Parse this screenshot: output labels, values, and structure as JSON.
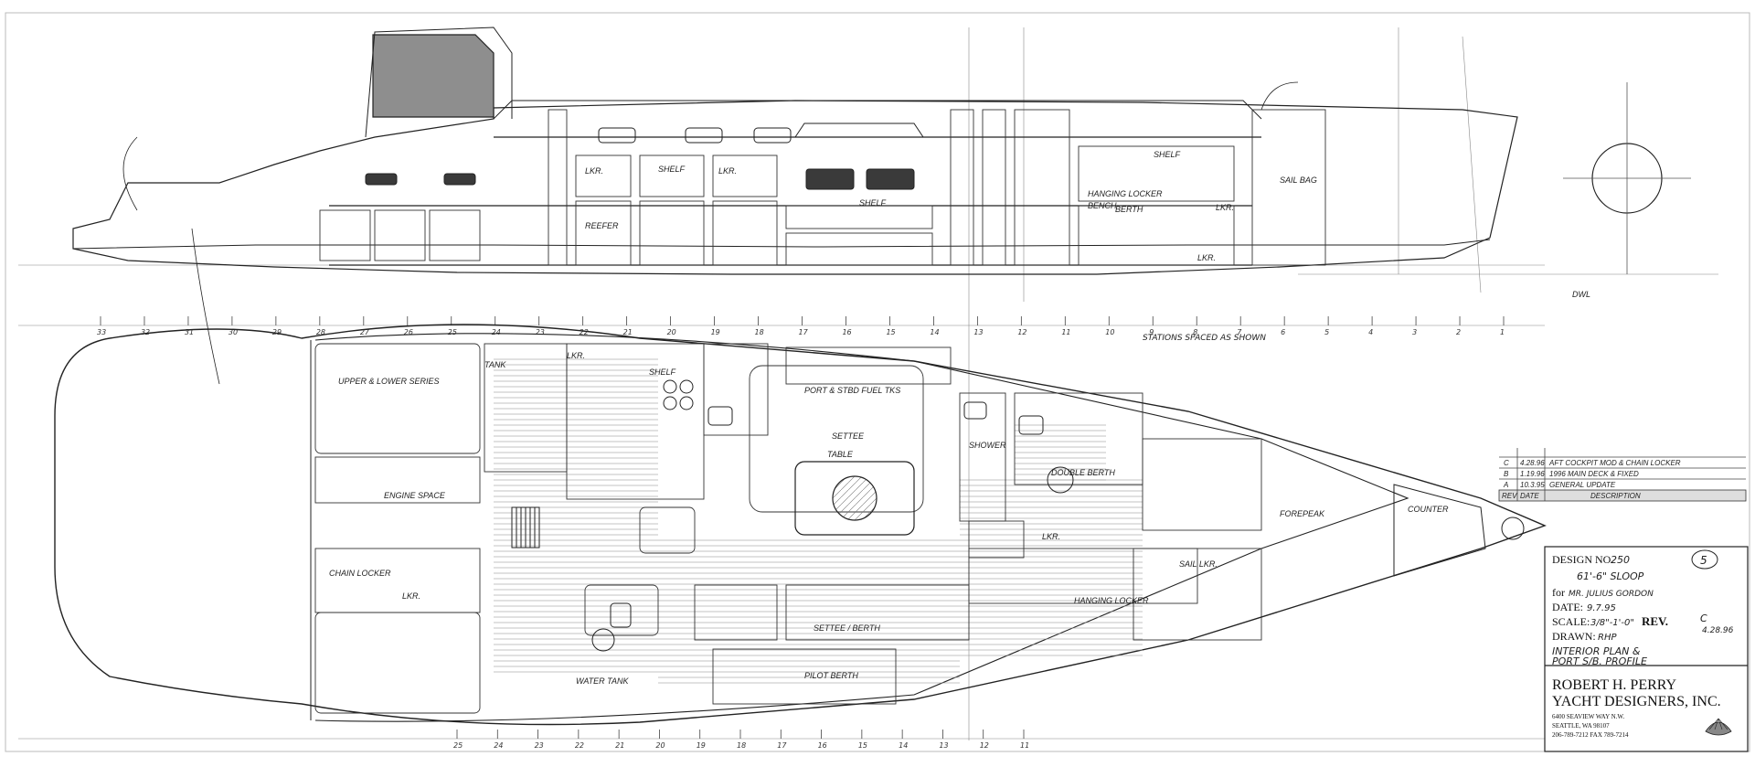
{
  "title_block": {
    "design_no_label": "DESIGN NO.",
    "design_no_value": "250",
    "sheet_no": "5",
    "boat": "61'-6\" SLOOP",
    "client_label": "for",
    "client_value": "MR. JULIUS GORDON",
    "date_label": "DATE:",
    "date_value": "9.7.95",
    "rev_label": "REV.",
    "rev_value": "C",
    "scale_label": "SCALE:",
    "scale_value": "3/8\"-1'-0\"",
    "rev_date": "4.28.96",
    "drawn_label": "DRAWN:",
    "drawn_value": "RHP",
    "description_line1": "INTERIOR PLAN &",
    "description_line2": "PORT S/B. PROFILE",
    "firm_line1": "ROBERT H. PERRY",
    "firm_line2": "YACHT DESIGNERS, INC.",
    "address1": "6400 SEAVIEW WAY N.W.",
    "address2": "SEATTLE, WA 98107",
    "phone": "206-789-7212   FAX 789-7214"
  },
  "revisions": {
    "rows": [
      {
        "rev": "C",
        "date": "4.28.96",
        "description": "AFT COCKPIT MOD & CHAIN LOCKER"
      },
      {
        "rev": "B",
        "date": "1.19.96",
        "description": "1996 MAIN DECK & FIXED"
      },
      {
        "rev": "A",
        "date": "10.3.95",
        "description": "GENERAL UPDATE"
      }
    ],
    "header_rev": "REV",
    "header_date": "DATE",
    "header_description": "DESCRIPTION"
  },
  "notes": {
    "frame_note": "STATIONS SPACED AS SHOWN"
  },
  "stations": {
    "top": [
      "33",
      "32",
      "31",
      "30",
      "29",
      "28",
      "27",
      "26",
      "25",
      "24",
      "23",
      "22",
      "21",
      "20",
      "19",
      "18",
      "17",
      "16",
      "15",
      "14",
      "13",
      "12",
      "11",
      "10",
      "9",
      "8",
      "7",
      "6",
      "5",
      "4",
      "3",
      "2",
      "1"
    ],
    "bottom": [
      "25",
      "24",
      "23",
      "22",
      "21",
      "20",
      "19",
      "18",
      "17",
      "16",
      "15",
      "14",
      "13",
      "12",
      "11"
    ]
  },
  "profile_labels": [
    {
      "id": "shelf-aft",
      "text": "SHELF"
    },
    {
      "id": "shelf-mid",
      "text": "SHELF"
    },
    {
      "id": "shelf-fwd",
      "text": "SHELF"
    },
    {
      "id": "reefer",
      "text": "REEFER"
    },
    {
      "id": "bench-settee",
      "text": "BENCH"
    },
    {
      "id": "sail-bag",
      "text": "SAIL BAG"
    },
    {
      "id": "hanging-locker",
      "text": "HANGING LOCKER"
    },
    {
      "id": "berth-fwd",
      "text": "BERTH"
    },
    {
      "id": "lkr-1",
      "text": "LKR."
    },
    {
      "id": "lkr-2",
      "text": "LKR."
    },
    {
      "id": "lkr-3",
      "text": "LKR."
    },
    {
      "id": "lkr-4",
      "text": "LKR."
    },
    {
      "id": "waterline",
      "text": "DWL"
    }
  ],
  "plan_labels": [
    {
      "id": "engine-room",
      "text": "UPPER & LOWER SERIES"
    },
    {
      "id": "engine-space",
      "text": "ENGINE SPACE"
    },
    {
      "id": "chain-space",
      "text": "CHAIN LOCKER"
    },
    {
      "id": "port-fuel",
      "text": "PORT & STBD FUEL TKS"
    },
    {
      "id": "settee-upper",
      "text": "SETTEE"
    },
    {
      "id": "settee-berth",
      "text": "SETTEE / BERTH"
    },
    {
      "id": "pilot-berth",
      "text": "PILOT BERTH"
    },
    {
      "id": "shower",
      "text": "SHOWER"
    },
    {
      "id": "hanging",
      "text": "HANGING LOCKER"
    },
    {
      "id": "double-berth",
      "text": "DOUBLE BERTH"
    },
    {
      "id": "sail-lkr",
      "text": "SAIL LKR."
    },
    {
      "id": "forepeak",
      "text": "FOREPEAK"
    },
    {
      "id": "counter",
      "text": "COUNTER"
    },
    {
      "id": "shelf-p",
      "text": "SHELF"
    },
    {
      "id": "tank",
      "text": "TANK"
    },
    {
      "id": "lkr-p1",
      "text": "LKR."
    },
    {
      "id": "lkr-p2",
      "text": "LKR."
    },
    {
      "id": "lkr-p3",
      "text": "LKR."
    },
    {
      "id": "water-tank",
      "text": "WATER TANK"
    },
    {
      "id": "table",
      "text": "TABLE"
    }
  ],
  "colors": {
    "ink": "#222222",
    "light_ink": "#6a6a6a",
    "wheelhouse_fill": "#8e8e8e",
    "window_fill": "#3a3a3a",
    "title_fill": "#dedede"
  }
}
